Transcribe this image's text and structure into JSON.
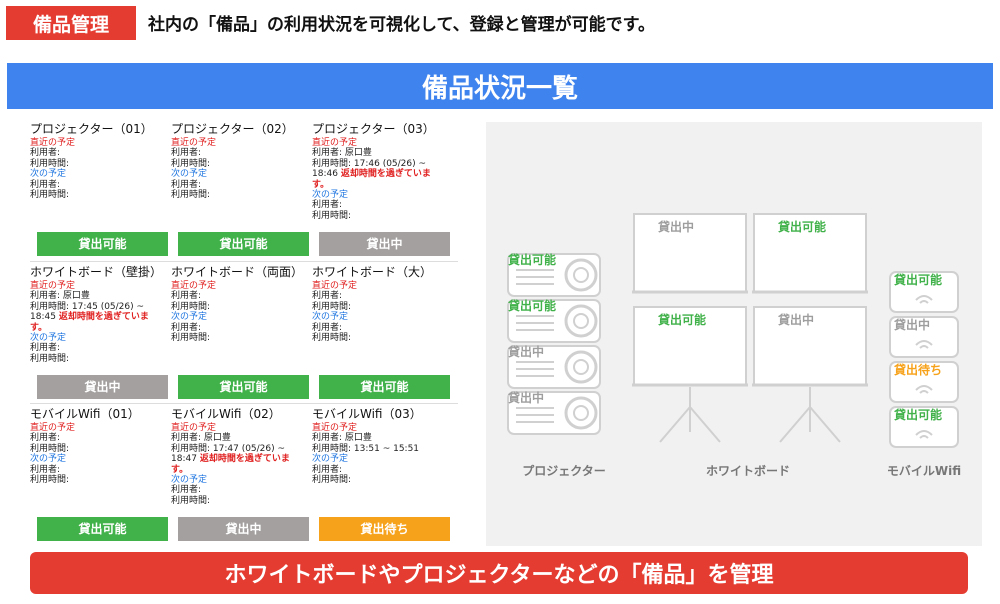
{
  "header": {
    "tag": "備品管理",
    "headline": "社内の「備品」の利用状況を可視化して、登録と管理が可能です。"
  },
  "banner": {
    "title": "備品状況一覧"
  },
  "cards": [
    {
      "title": "プロジェクター（01）",
      "lines": [
        {
          "t": "直近の予定",
          "c": "red"
        },
        {
          "t": "利用者:",
          "c": "txt"
        },
        {
          "t": "利用時間:",
          "c": "txt"
        },
        {
          "t": "次の予定",
          "c": "blue"
        },
        {
          "t": "利用者:",
          "c": "txt"
        },
        {
          "t": "利用時間:",
          "c": "txt"
        }
      ],
      "status": "貸出可能",
      "status_type": "green"
    },
    {
      "title": "プロジェクター（02）",
      "lines": [
        {
          "t": "直近の予定",
          "c": "red"
        },
        {
          "t": "利用者:",
          "c": "txt"
        },
        {
          "t": "利用時間:",
          "c": "txt"
        },
        {
          "t": "次の予定",
          "c": "blue"
        },
        {
          "t": "利用者:",
          "c": "txt"
        },
        {
          "t": "利用時間:",
          "c": "txt"
        }
      ],
      "status": "貸出可能",
      "status_type": "green"
    },
    {
      "title": "プロジェクター（03）",
      "lines": [
        {
          "t": "直近の予定",
          "c": "red"
        },
        {
          "t": "利用者: 原口豊",
          "c": "txt"
        },
        {
          "t": "利用時間: 17:46 (05/26) ~",
          "c": "txt"
        },
        {
          "t": "18:46 ",
          "c": "txt",
          "warn": "返却時間を過ぎていま"
        },
        {
          "t": "す。",
          "c": "strong-red"
        },
        {
          "t": "次の予定",
          "c": "blue"
        },
        {
          "t": "利用者:",
          "c": "txt"
        },
        {
          "t": "利用時間:",
          "c": "txt"
        }
      ],
      "status": "貸出中",
      "status_type": "gray"
    },
    {
      "title": "ホワイトボード（壁掛）",
      "lines": [
        {
          "t": "直近の予定",
          "c": "red"
        },
        {
          "t": "利用者: 原口豊",
          "c": "txt"
        },
        {
          "t": "利用時間: 17:45 (05/26) ~",
          "c": "txt"
        },
        {
          "t": "18:45 ",
          "c": "txt",
          "warn": "返却時間を過ぎていま"
        },
        {
          "t": "す。",
          "c": "strong-red"
        },
        {
          "t": "次の予定",
          "c": "blue"
        },
        {
          "t": "利用者:",
          "c": "txt"
        },
        {
          "t": "利用時間:",
          "c": "txt"
        }
      ],
      "status": "貸出中",
      "status_type": "gray"
    },
    {
      "title": "ホワイトボード（両面）",
      "lines": [
        {
          "t": "直近の予定",
          "c": "red"
        },
        {
          "t": "利用者:",
          "c": "txt"
        },
        {
          "t": "利用時間:",
          "c": "txt"
        },
        {
          "t": "次の予定",
          "c": "blue"
        },
        {
          "t": "利用者:",
          "c": "txt"
        },
        {
          "t": "利用時間:",
          "c": "txt"
        }
      ],
      "status": "貸出可能",
      "status_type": "green"
    },
    {
      "title": "ホワイトボード（大）",
      "lines": [
        {
          "t": "直近の予定",
          "c": "red"
        },
        {
          "t": "利用者:",
          "c": "txt"
        },
        {
          "t": "利用時間:",
          "c": "txt"
        },
        {
          "t": "次の予定",
          "c": "blue"
        },
        {
          "t": "利用者:",
          "c": "txt"
        },
        {
          "t": "利用時間:",
          "c": "txt"
        }
      ],
      "status": "貸出可能",
      "status_type": "green"
    },
    {
      "title": "モバイルWifi（01）",
      "lines": [
        {
          "t": "直近の予定",
          "c": "red"
        },
        {
          "t": "利用者:",
          "c": "txt"
        },
        {
          "t": "利用時間:",
          "c": "txt"
        },
        {
          "t": "次の予定",
          "c": "blue"
        },
        {
          "t": "利用者:",
          "c": "txt"
        },
        {
          "t": "利用時間:",
          "c": "txt"
        }
      ],
      "status": "貸出可能",
      "status_type": "green"
    },
    {
      "title": "モバイルWifi（02）",
      "lines": [
        {
          "t": "直近の予定",
          "c": "red"
        },
        {
          "t": "利用者: 原口豊",
          "c": "txt"
        },
        {
          "t": "利用時間: 17:47 (05/26) ~",
          "c": "txt"
        },
        {
          "t": "18:47 ",
          "c": "txt",
          "warn": "返却時間を過ぎていま"
        },
        {
          "t": "す。",
          "c": "strong-red"
        },
        {
          "t": "次の予定",
          "c": "blue"
        },
        {
          "t": "利用者:",
          "c": "txt"
        },
        {
          "t": "利用時間:",
          "c": "txt"
        }
      ],
      "status": "貸出中",
      "status_type": "gray"
    },
    {
      "title": "モバイルWifi（03）",
      "lines": [
        {
          "t": "直近の予定",
          "c": "red"
        },
        {
          "t": "利用者: 原口豊",
          "c": "txt"
        },
        {
          "t": "利用時間: 13:51 ~ 15:51",
          "c": "txt"
        },
        {
          "t": "次の予定",
          "c": "blue"
        },
        {
          "t": "利用者:",
          "c": "txt"
        },
        {
          "t": "利用時間:",
          "c": "txt"
        }
      ],
      "status": "貸出待ち",
      "status_type": "orange"
    }
  ],
  "illustration": {
    "projector_label": "プロジェクター",
    "whiteboard_label": "ホワイトボード",
    "wifi_label": "モバイルWifi",
    "projectors": [
      "貸出可能",
      "貸出可能",
      "貸出中",
      "貸出中"
    ],
    "whiteboards": [
      "貸出中",
      "貸出可能",
      "貸出可能",
      "貸出中"
    ],
    "wifis": [
      "貸出可能",
      "貸出中",
      "貸出待ち",
      "貸出可能"
    ]
  },
  "colors": {
    "green": "#41b14a",
    "gray": "#9e9e9e",
    "orange": "#f7a21b",
    "red": "#e53c32",
    "blue": "#3f84ee"
  },
  "footer": {
    "text": "ホワイトボードやプロジェクターなどの「備品」を管理"
  }
}
